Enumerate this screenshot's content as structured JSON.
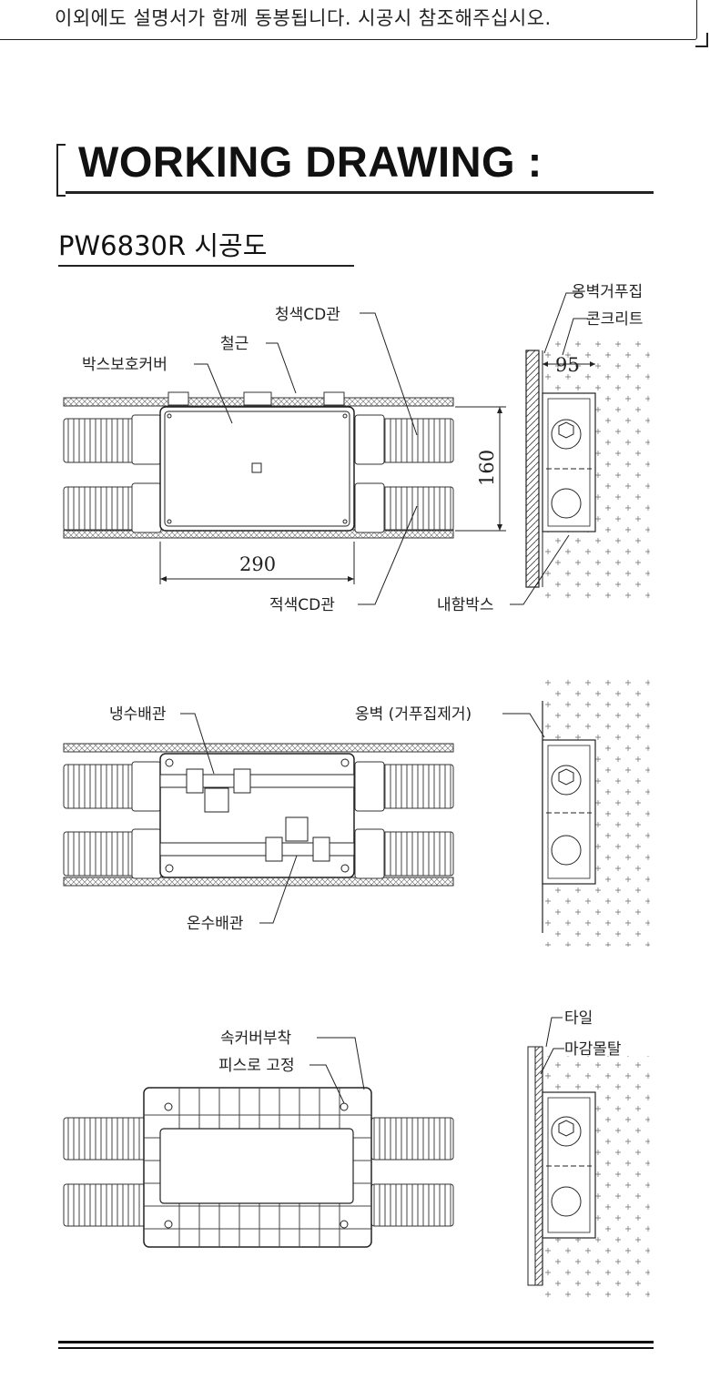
{
  "notice": {
    "text": "이외에도 설명서가 함께 동봉됩니다. 시공시 참조해주십시오."
  },
  "section": {
    "title": "WORKING DRAWING :",
    "subtitle": "PW6830R 시공도"
  },
  "diagram1": {
    "labels": {
      "blue_cd_pipe": "청색CD관",
      "rebar": "철근",
      "box_cover": "박스보호커버",
      "red_cd_pipe": "적색CD관",
      "inner_box": "내함박스",
      "wall_rough": "옹벽거푸집",
      "concrete": "콘크리트"
    },
    "dimensions": {
      "width": "290",
      "height": "160",
      "depth": "95"
    }
  },
  "diagram2": {
    "labels": {
      "cold_pipe": "냉수배관",
      "hot_pipe": "온수배관",
      "wall_formwork_removed": "옹벽 (거푸집제거)"
    }
  },
  "diagram3": {
    "labels": {
      "inner_cover_attach": "속커버부착",
      "screw_fix": "피스로 고정",
      "tile": "타일",
      "finish_mortar": "마감몰탈"
    }
  }
}
